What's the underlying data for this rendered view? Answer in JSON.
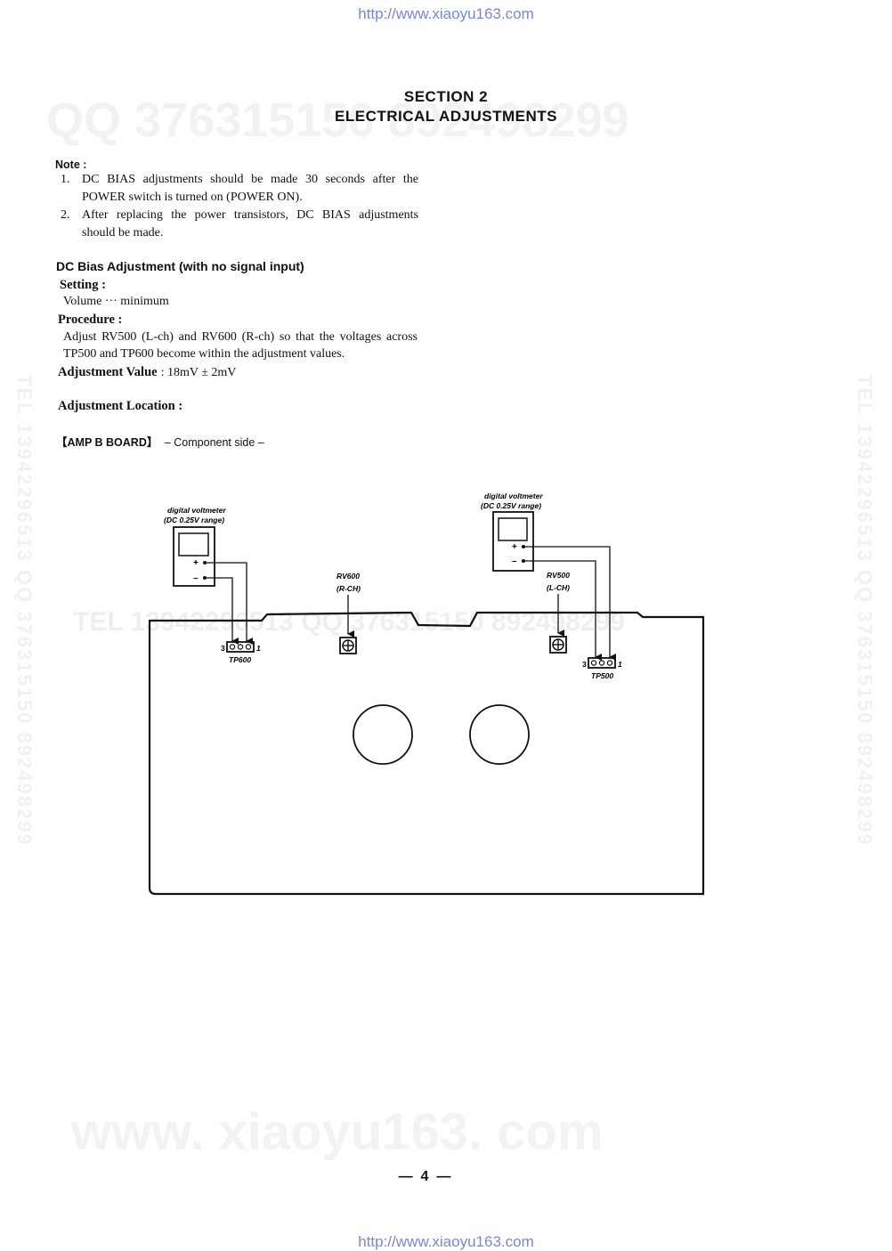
{
  "header": {
    "url": "http://www.xiaoyu163.com"
  },
  "footer": {
    "url": "http://www.xiaoyu163.com"
  },
  "watermarks": {
    "qq": "QQ 376315150   892498299",
    "tel": "TEL 13942296513   QQ 376315150   892498299",
    "side": "TEL 13942296513 QQ 376315150 892498299",
    "site": "www. xiaoyu163. com"
  },
  "section": {
    "number": "SECTION 2",
    "title": "ELECTRICAL ADJUSTMENTS"
  },
  "note": {
    "label": "Note :",
    "items": [
      {
        "num": "1.",
        "text": "DC BIAS adjustments should be made 30 seconds after the POWER switch is turned on  (POWER ON)."
      },
      {
        "num": "2.",
        "text": "After replacing the power transistors, DC BIAS adjustments should be made."
      }
    ]
  },
  "dc_bias": {
    "heading": "DC Bias Adjustment (with no signal input)",
    "setting_label": "Setting :",
    "setting_text": "Volume ··· minimum",
    "procedure_label": "Procedure :",
    "procedure_text": "Adjust RV500 (L-ch) and RV600 (R-ch) so that the voltages across TP500 and TP600 become within the adjustment values.",
    "adjustment_value_label": "Adjustment Value",
    "adjustment_value": ":  18mV ± 2mV",
    "location_label": "Adjustment Location :",
    "board_label": "【AMP B BOARD】",
    "board_side": "– Component side –"
  },
  "diagram": {
    "left_meter_label_1": "digital voltmeter",
    "left_meter_label_2": "(DC 0.25V range)",
    "right_meter_label_1": "digital voltmeter",
    "right_meter_label_2": "(DC 0.25V range)",
    "plus": "+",
    "minus": "–",
    "rv600_label_1": "RV600",
    "rv600_label_2": "(R-CH)",
    "rv500_label_1": "RV500",
    "rv500_label_2": "(L-CH)",
    "tp600_label": "TP600",
    "tp500_label": "TP500",
    "pin_3": "3",
    "pin_1": "1"
  },
  "page_number": "—  4  —"
}
